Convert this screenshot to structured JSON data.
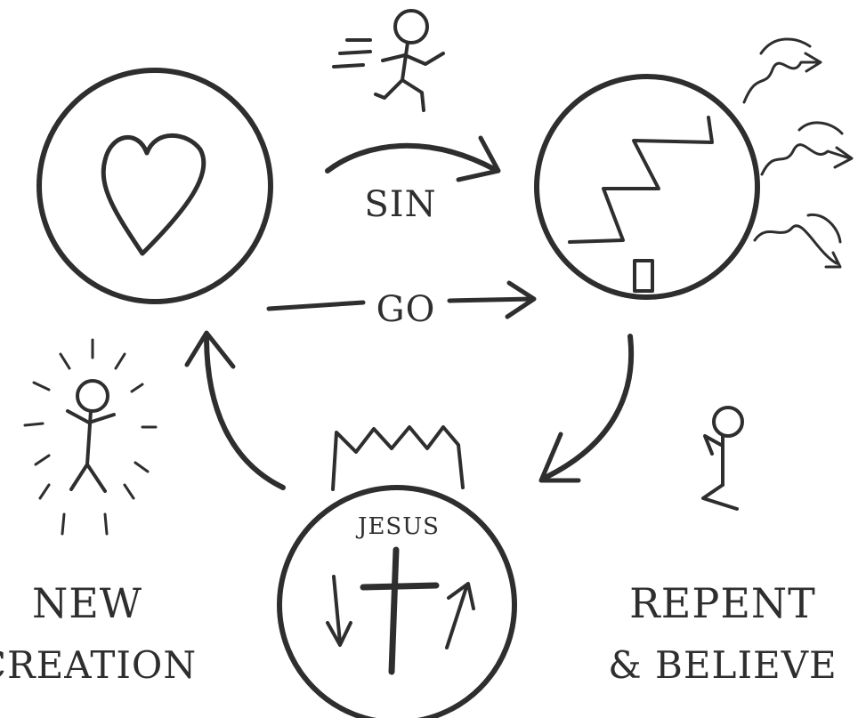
{
  "labels": {
    "sin": "SIN",
    "go": "GO",
    "jesus": "JESUS",
    "new_line1": "NEW",
    "new_line2": "CREATION",
    "repent_line1": "REPENT",
    "repent_line2": "& BELIEVE"
  },
  "colors": {
    "ink": "#2e2e2e",
    "background": "#ffffff"
  }
}
